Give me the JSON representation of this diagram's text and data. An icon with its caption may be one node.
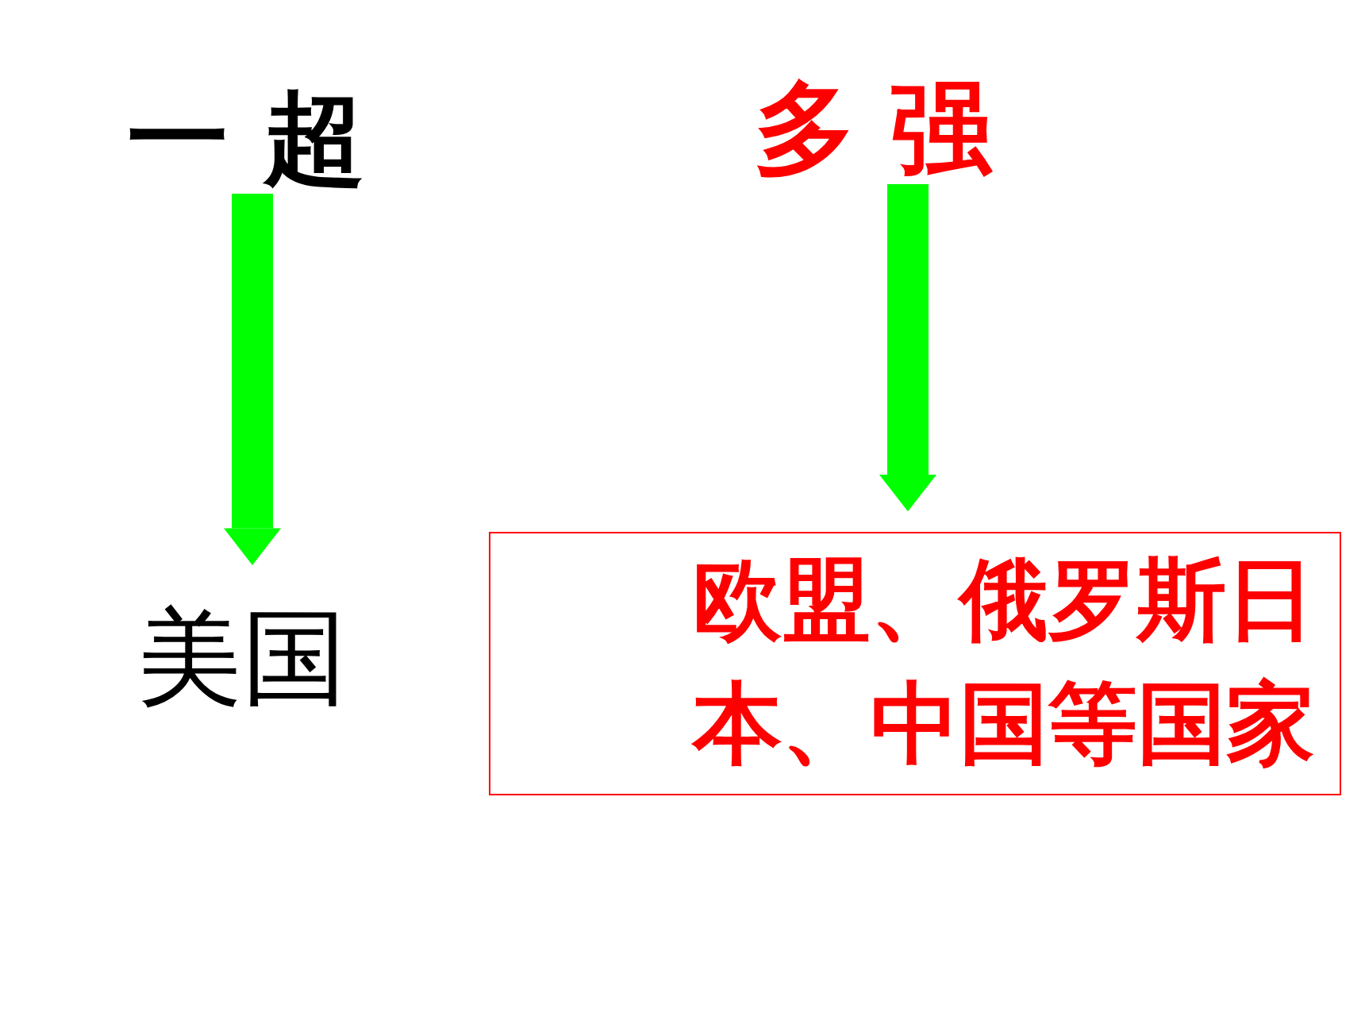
{
  "diagram": {
    "nodes": [
      {
        "text": [
          "一 超"
        ]
      },
      {
        "text": [
          "多 强"
        ]
      },
      {
        "text": [
          "美国"
        ]
      },
      {
        "text": [
          "欧盟、俄罗斯日本、中国等国家"
        ]
      }
    ],
    "edges": [
      {
        "from": 0,
        "to": 2,
        "arrow": "to"
      },
      {
        "from": 1,
        "to": 3,
        "arrow": "to"
      }
    ]
  }
}
